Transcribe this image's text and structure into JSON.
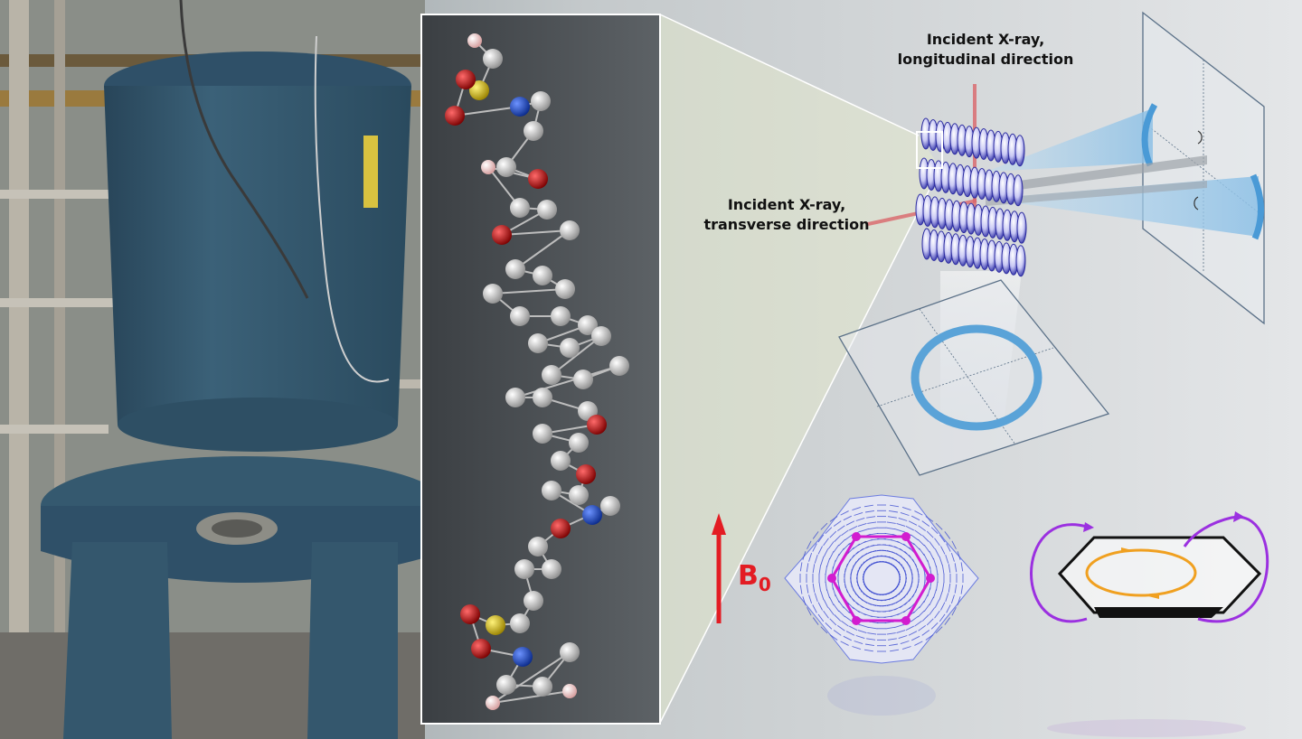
{
  "labels": {
    "longitudinal": {
      "line1": "Incident X-ray,",
      "line2": "longitudinal direction"
    },
    "transverse": {
      "line1": "Incident X-ray,",
      "line2": "transverse direction"
    },
    "field_symbol": "B",
    "field_subscript": "0"
  },
  "colors": {
    "magnet_body": "#33586f",
    "background_gray": "#d9dcdf",
    "xray_beam": "#d9656a",
    "disk_blue": "#3434b0",
    "ring_blue": "#5aa3d8",
    "field_arrow": "#e31c23",
    "hexagon_magenta": "#d21ccf",
    "current_orange": "#f0a020",
    "loop_purple": "#9b30e0",
    "atom_carbon": "#d8d8d8",
    "atom_oxygen": "#c01010",
    "atom_nitrogen": "#1444c8",
    "atom_sulfur": "#d8c018",
    "atom_hydrogen": "#f0c4c4"
  },
  "icons": [
    "magnet-photo",
    "molecule-model",
    "stacked-disks",
    "detector-plane",
    "hexagon-ring-current",
    "field-arrow"
  ]
}
